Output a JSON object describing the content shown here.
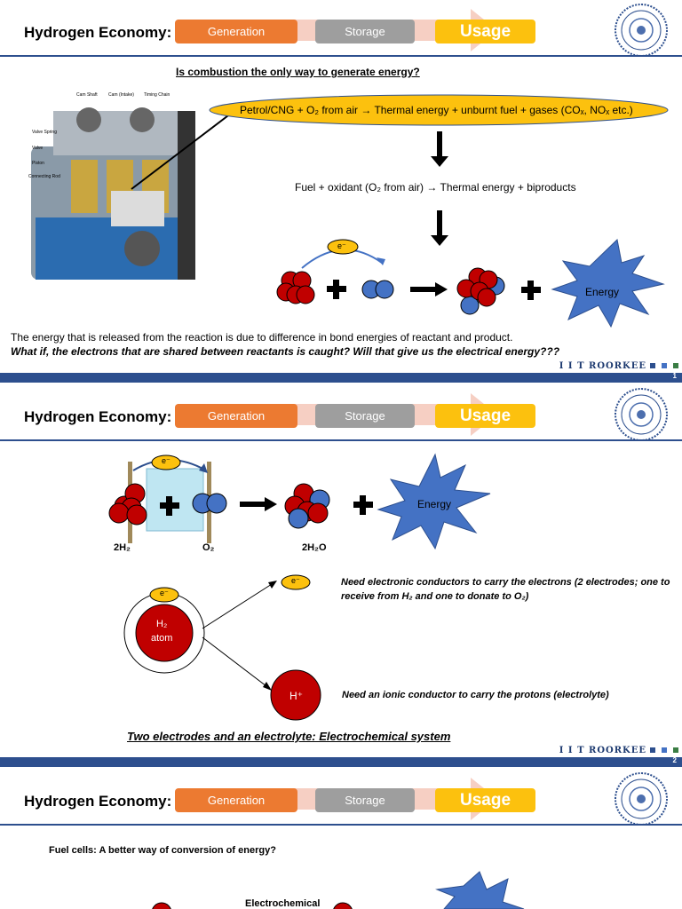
{
  "header": {
    "title": "Hydrogen Economy:",
    "steps": [
      "Generation",
      "Storage",
      "Usage"
    ]
  },
  "footer": {
    "institution": "I I T ROORKEE"
  },
  "slide1": {
    "page_number": "1",
    "question": "Is combustion the only way to generate energy?",
    "engine_labels": [
      "Cam Shaft",
      "Cam (Intake)",
      "Timing Chain",
      "Valve Spring",
      "Valve",
      "Piston",
      "Connecting Rod"
    ],
    "ellipse_text": "Petrol/CNG + O₂ from air → Thermal energy + unburnt fuel + gases (COₓ, NOₓ etc.)",
    "general_reaction": "Fuel + oxidant (O₂ from air) → Thermal energy + biproducts",
    "electron_label": "e⁻",
    "energy_label": "Energy",
    "note": "The energy that is released from the reaction is due to difference in bond energies of reactant and product.",
    "question2": "What if, the electrons that are shared between reactants is caught? Will that give us the electrical energy???"
  },
  "slide2": {
    "page_number": "2",
    "electron_label": "e⁻",
    "energy_label": "Energy",
    "label_h2": "2H₂",
    "label_o2": "O₂",
    "label_h2o": "2H₂O",
    "atom_label_line1": "H₂",
    "atom_label_line2": "atom",
    "proton_label": "H⁺",
    "electronic_note": "Need electronic conductors to carry the electrons (2 electrodes; one to receive from H₂ and one to donate to O₂)",
    "ionic_note": "Need an ionic conductor to carry the protons (electrolyte)",
    "conclusion": "Two electrodes and an electrolyte: Electrochemical system"
  },
  "slide3": {
    "question": "Fuel cells: A better way of conversion of energy?",
    "partial_label": "Electrochemical"
  },
  "colors": {
    "blue_band": "#2d4f8e",
    "orange": "#ec7a31",
    "grey": "#9e9e9e",
    "yellow": "#fcc10e",
    "hydrogen_red": "#c00000",
    "oxygen_blue": "#4472c4"
  }
}
